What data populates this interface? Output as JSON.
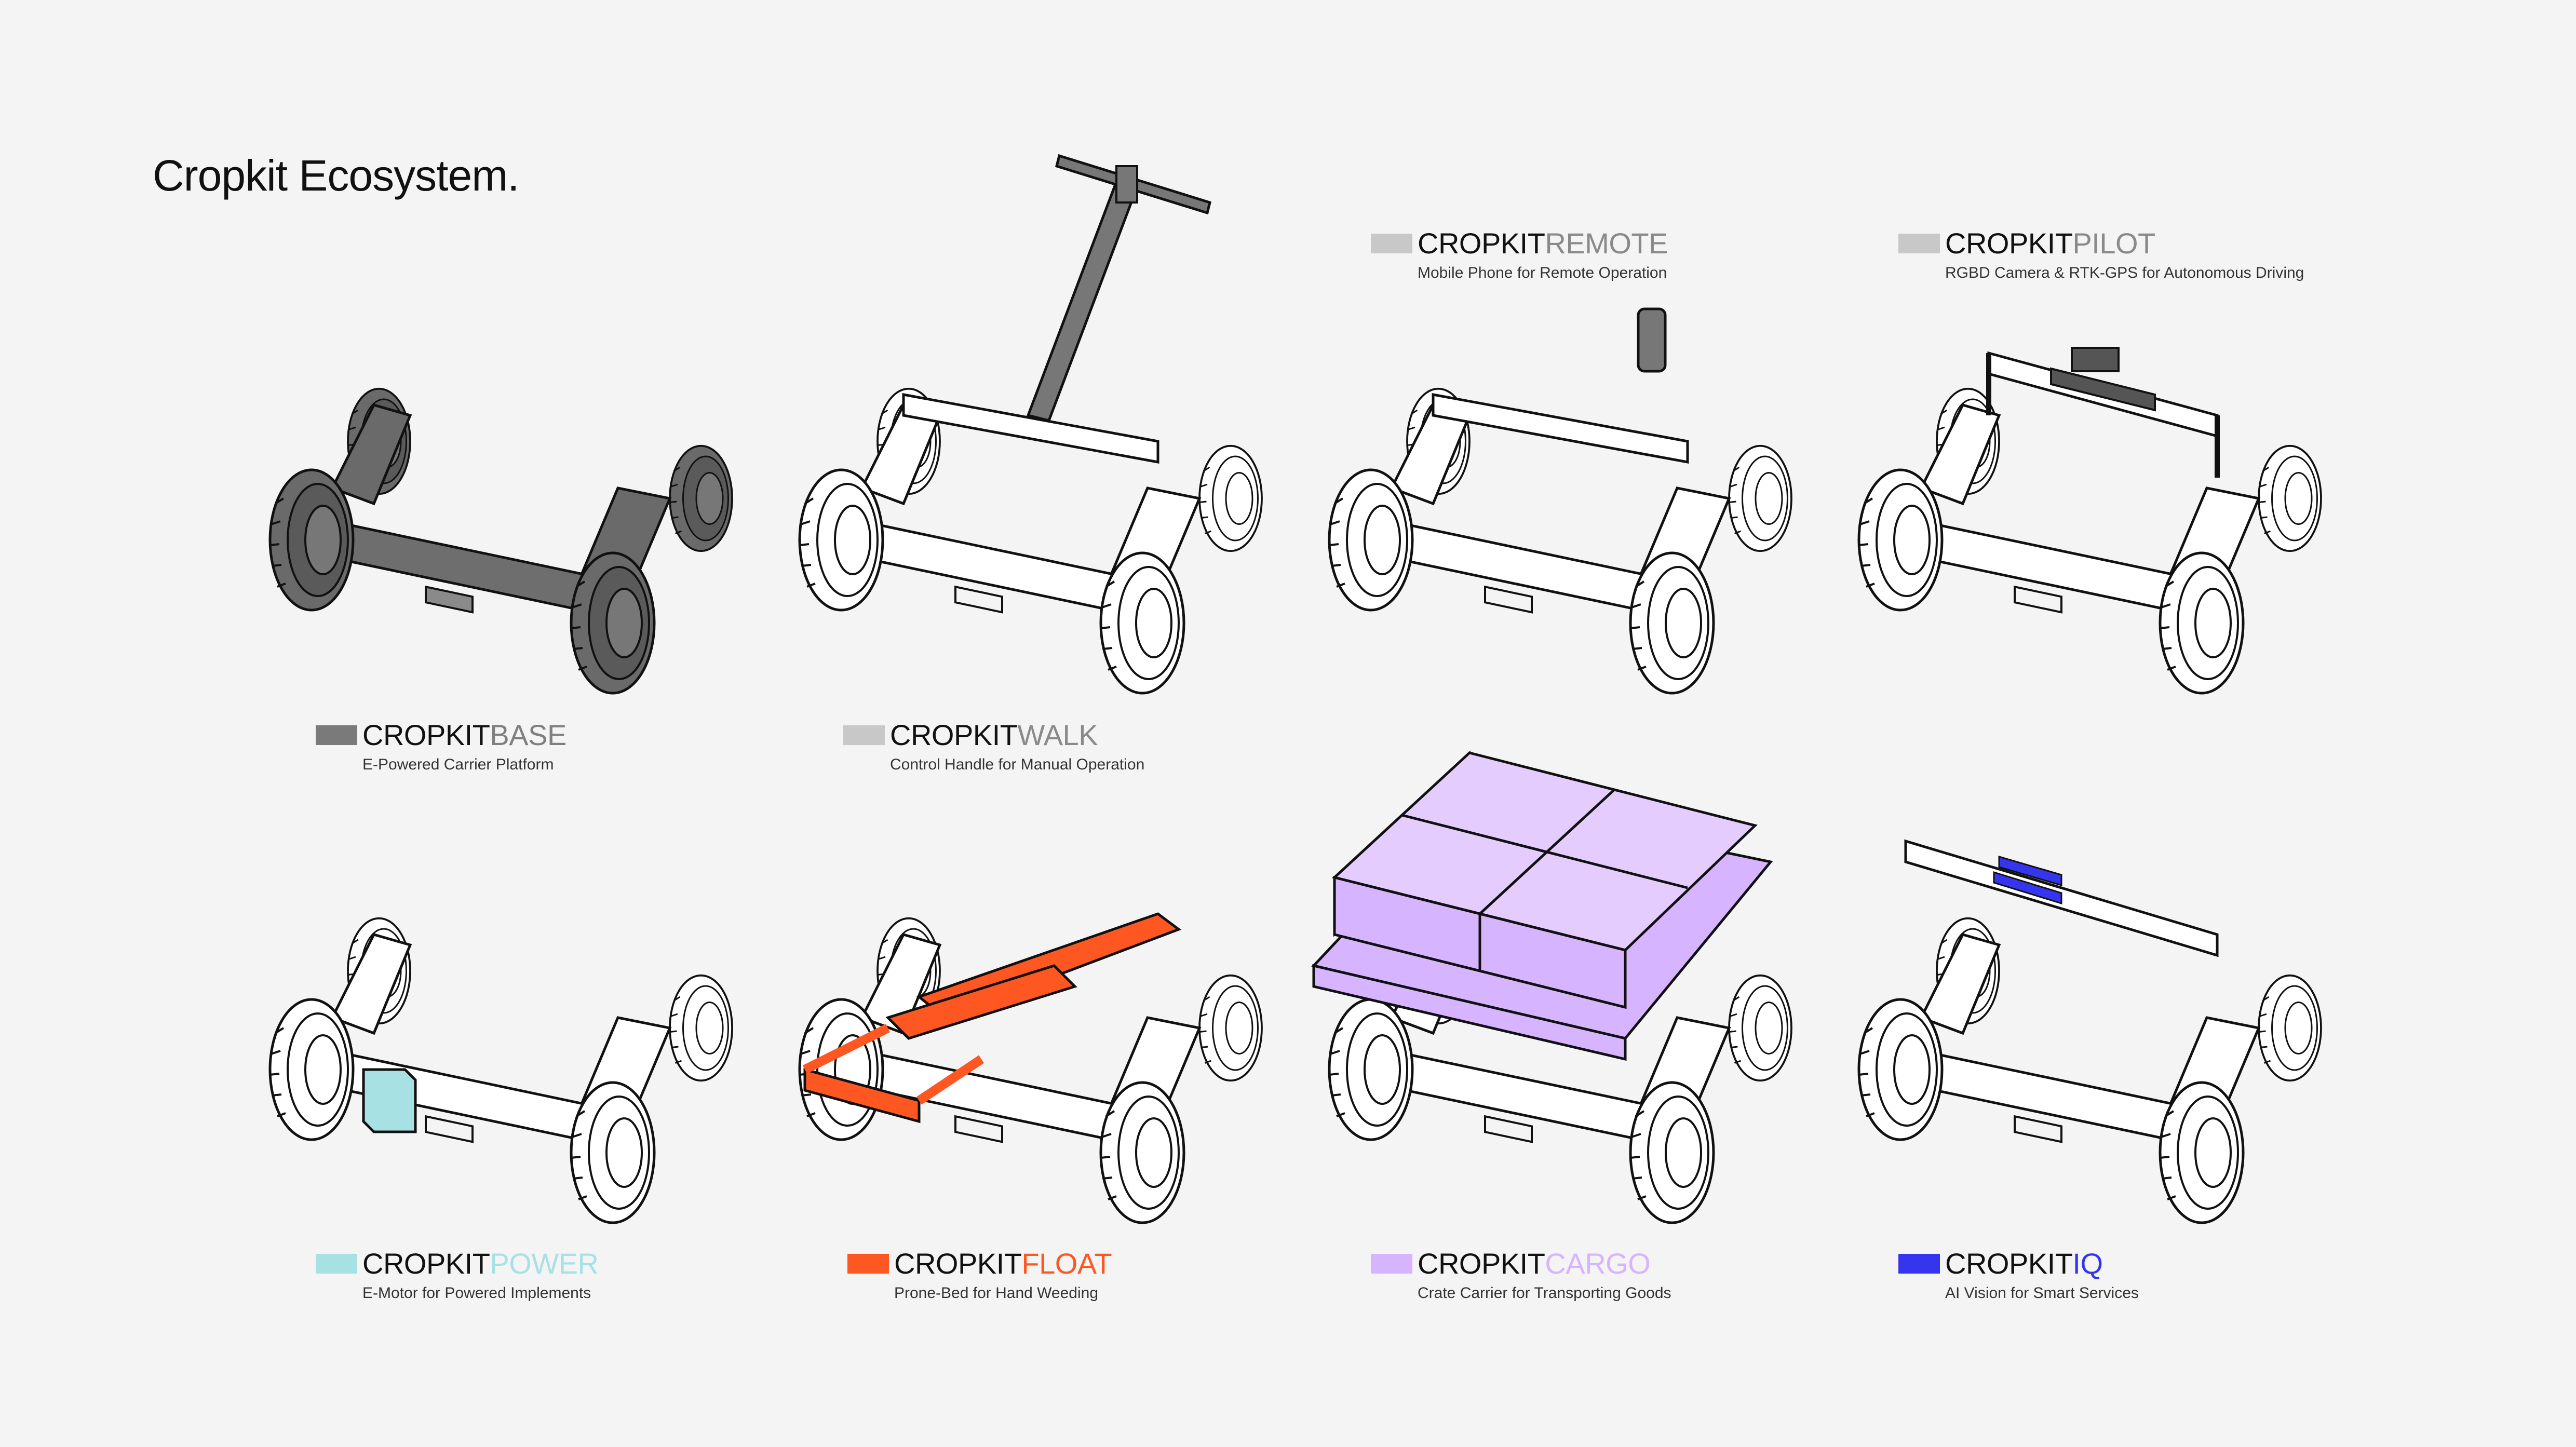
{
  "page": {
    "title": "Cropkit Ecosystem."
  },
  "modules": [
    {
      "id": "base",
      "brand": "CROPKIT",
      "name": "BASE",
      "description": "E-Powered Carrier Platform",
      "color": "#7a7a7a",
      "name_color": "#7f7f7f"
    },
    {
      "id": "walk",
      "brand": "CROPKIT",
      "name": "WALK",
      "description": "Control Handle for Manual Operation",
      "color": "#c8c8c8",
      "name_color": "#8a8a8a"
    },
    {
      "id": "remote",
      "brand": "CROPKIT",
      "name": "REMOTE",
      "description": "Mobile Phone for Remote Operation",
      "color": "#c8c8c8",
      "name_color": "#8a8a8a"
    },
    {
      "id": "pilot",
      "brand": "CROPKIT",
      "name": "PILOT",
      "description": "RGBD Camera & RTK-GPS for Autonomous Driving",
      "color": "#c8c8c8",
      "name_color": "#8a8a8a"
    },
    {
      "id": "power",
      "brand": "CROPKIT",
      "name": "POWER",
      "description": "E-Motor for Powered Implements",
      "color": "#a8e1e4",
      "name_color": "#a8e1e4"
    },
    {
      "id": "float",
      "brand": "CROPKIT",
      "name": "FLOAT",
      "description": "Prone-Bed for Hand Weeding",
      "color": "#ff5722",
      "name_color": "#ff5722"
    },
    {
      "id": "cargo",
      "brand": "CROPKIT",
      "name": "CARGO",
      "description": "Crate Carrier for Transporting Goods",
      "color": "#d6b4ff",
      "name_color": "#d6b4ff"
    },
    {
      "id": "iq",
      "brand": "CROPKIT",
      "name": "IQ",
      "description": "AI Vision for Smart Services",
      "color": "#3535f0",
      "name_color": "#3535f0"
    }
  ]
}
